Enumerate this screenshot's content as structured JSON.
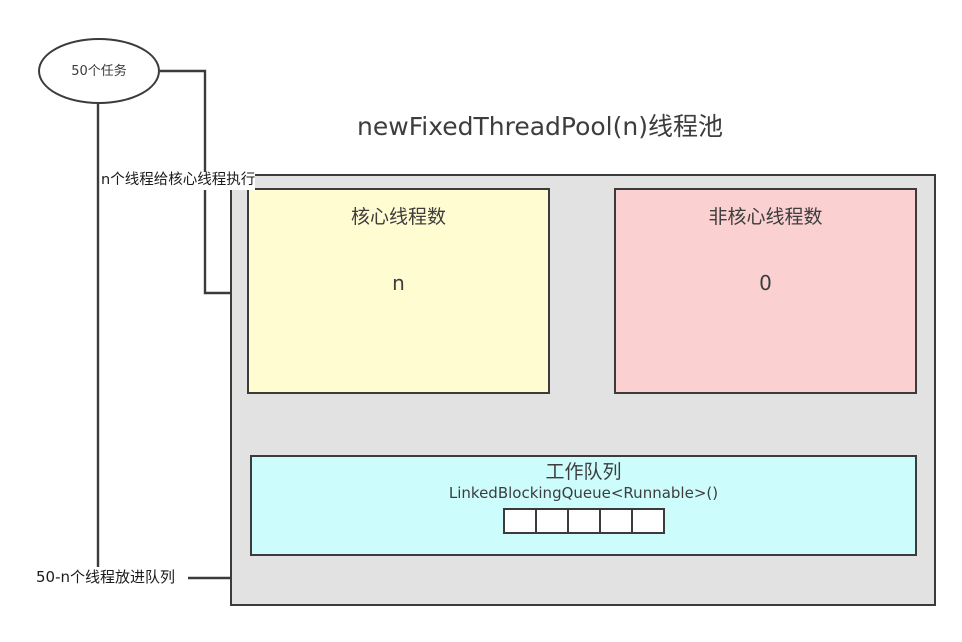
{
  "diagram": {
    "title": "newFixedThreadPool(n)线程池",
    "source_node": {
      "label": "50个任务",
      "shape": "ellipse"
    },
    "edges": [
      {
        "name": "to-core-threads",
        "label": "n个线程给核心线程执行",
        "from": "50个任务",
        "to": "核心线程数"
      },
      {
        "name": "to-work-queue",
        "label": "50-n个线程放进队列",
        "from": "50个任务",
        "to": "工作队列"
      }
    ],
    "pool": {
      "core_box": {
        "title": "核心线程数",
        "value": "n",
        "color": "#fffcd1"
      },
      "noncore_box": {
        "title": "非核心线程数",
        "value": "0",
        "color": "#fbd0d0"
      },
      "queue_box": {
        "title": "工作队列",
        "subtitle": "LinkedBlockingQueue<Runnable>()",
        "color": "#ccfcfc",
        "cells": [
          "",
          "",
          "",
          "",
          ""
        ]
      },
      "panel_color": "#e2e2e2"
    },
    "stroke_color": "#3b3b3b"
  }
}
